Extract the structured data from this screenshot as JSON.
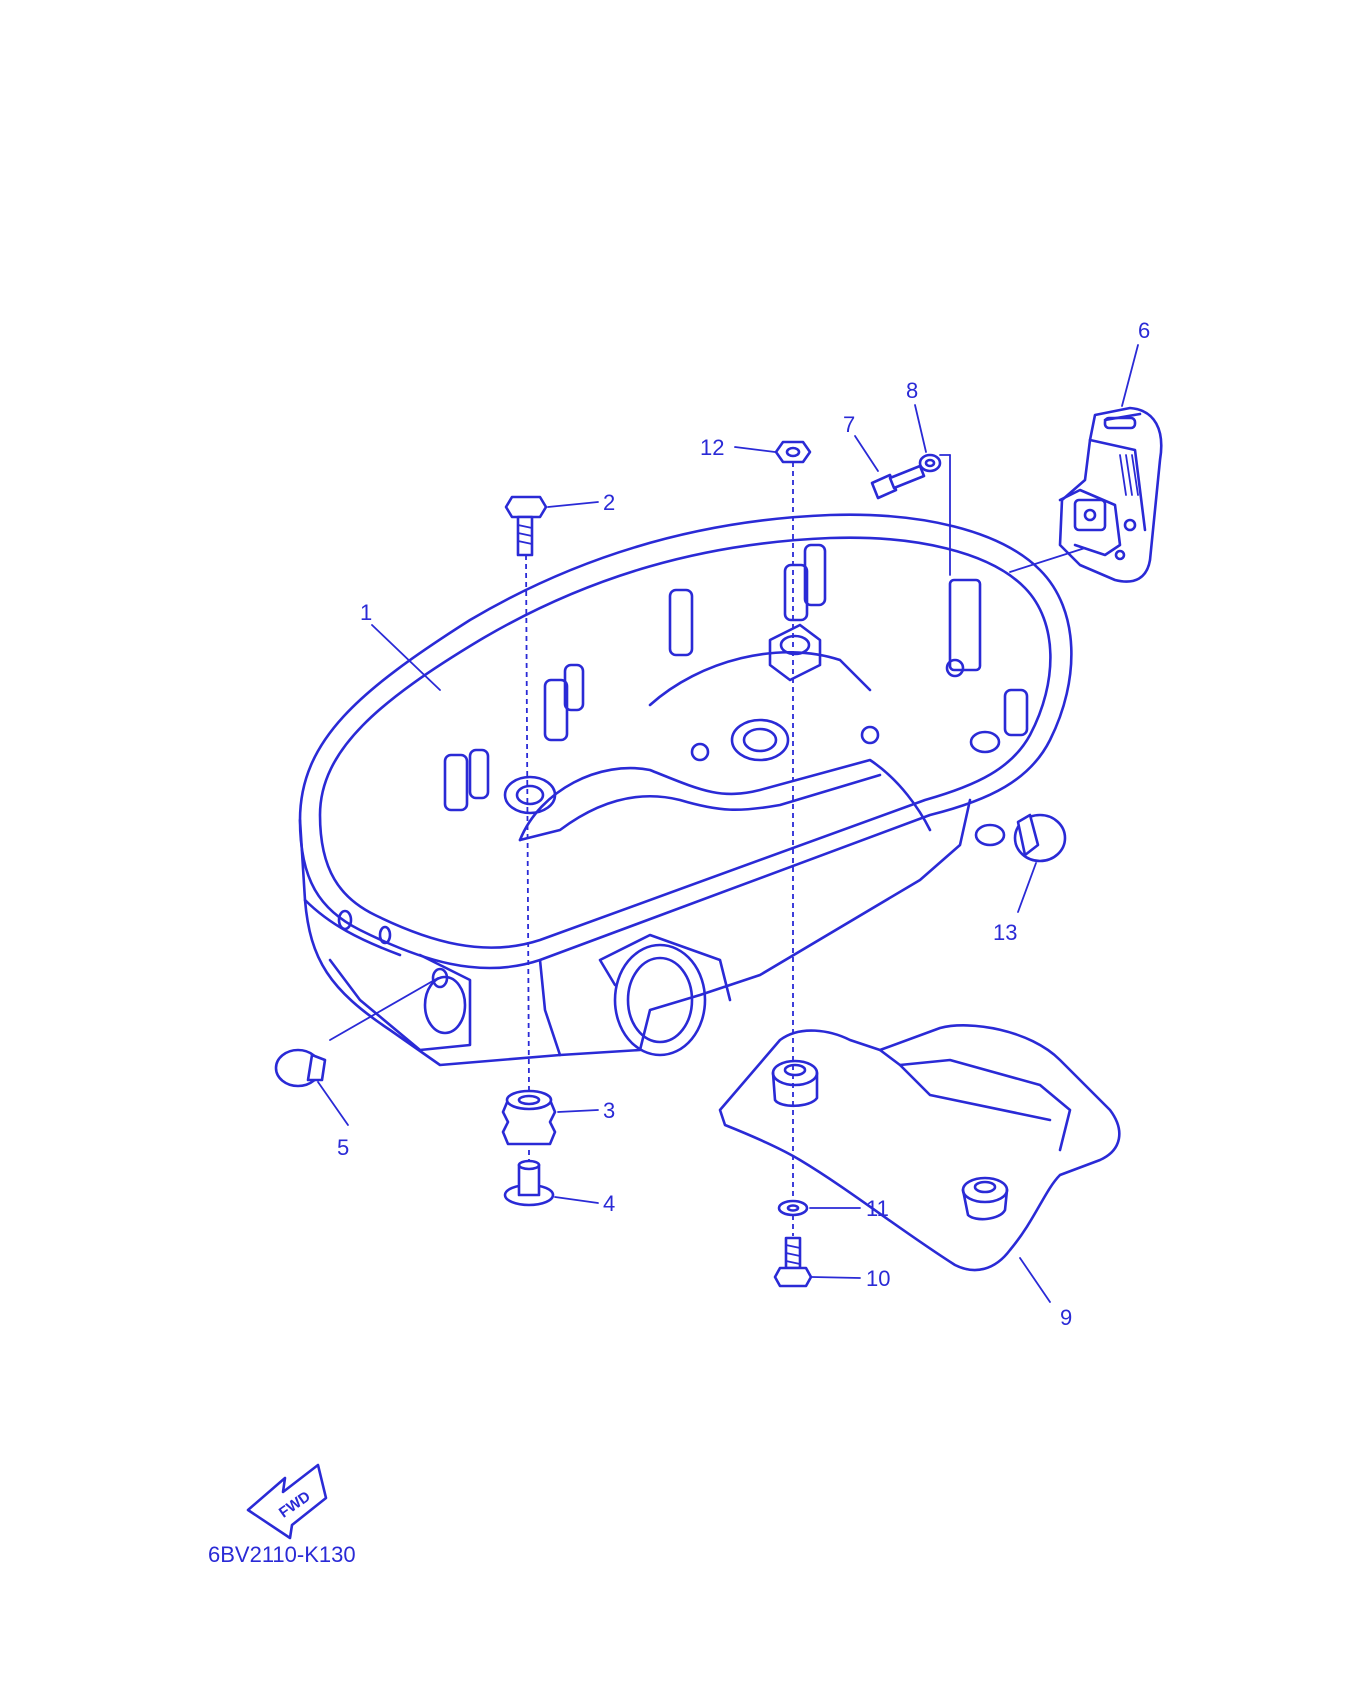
{
  "diagram": {
    "callouts": [
      {
        "id": "1",
        "label": "1"
      },
      {
        "id": "2",
        "label": "2"
      },
      {
        "id": "3",
        "label": "3"
      },
      {
        "id": "4",
        "label": "4"
      },
      {
        "id": "5",
        "label": "5"
      },
      {
        "id": "6",
        "label": "6"
      },
      {
        "id": "7",
        "label": "7"
      },
      {
        "id": "8",
        "label": "8"
      },
      {
        "id": "9",
        "label": "9"
      },
      {
        "id": "10",
        "label": "10"
      },
      {
        "id": "11",
        "label": "11"
      },
      {
        "id": "12",
        "label": "12"
      },
      {
        "id": "13",
        "label": "13"
      }
    ],
    "fwd_label": "FWD",
    "drawing_code": "6BV2110-K130",
    "line_color": "#2a2ad6",
    "background_color": "#ffffff"
  }
}
